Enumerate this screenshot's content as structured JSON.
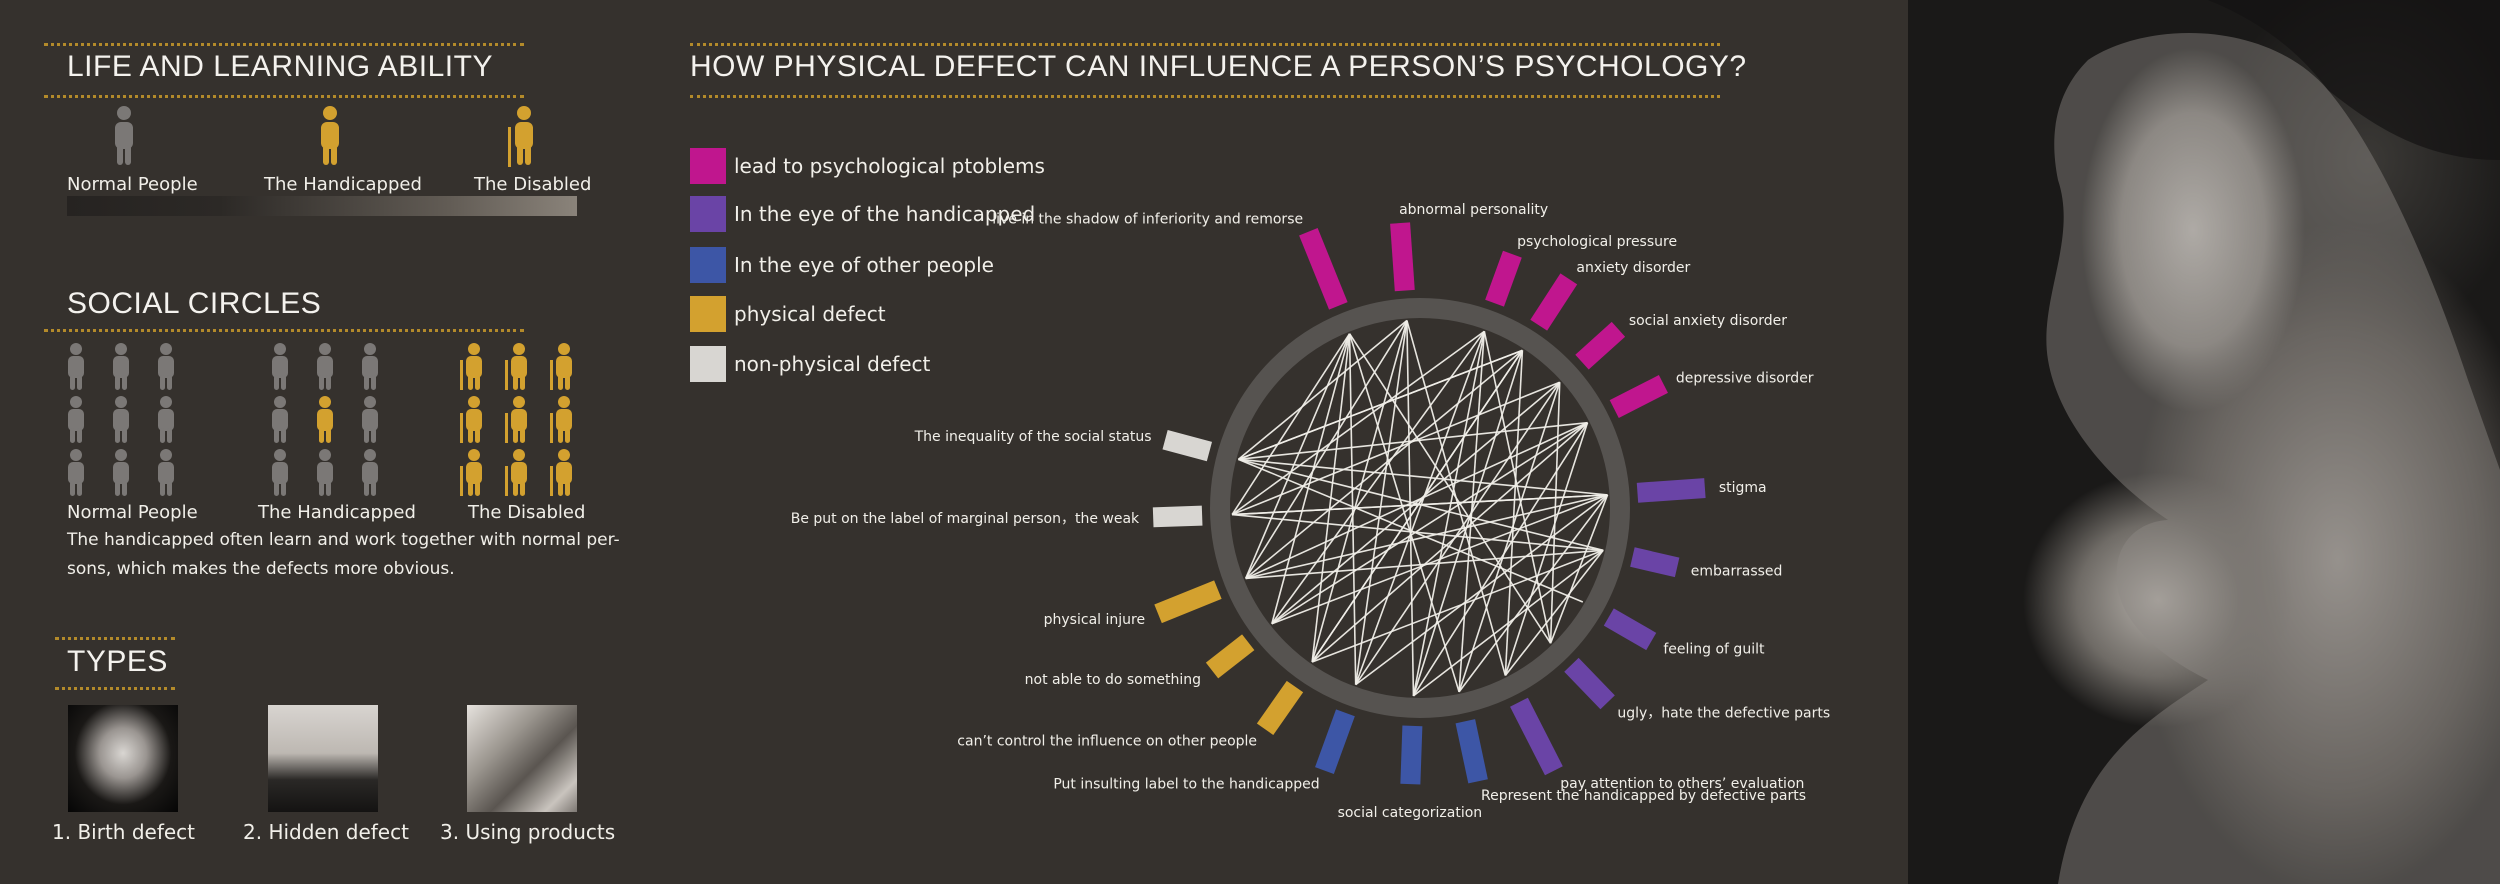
{
  "life": {
    "title": "LIFE AND LEARNING ABILITY",
    "labels": [
      "Normal People",
      "The Handicapped",
      "The Disabled"
    ]
  },
  "social": {
    "title": "SOCIAL CIRCLES",
    "labels": [
      "Normal People",
      "The Handicapped",
      "The Disabled"
    ],
    "caption_line1": "The handicapped often learn and work together with normal per-",
    "caption_line2": "sons, which makes the defects more obvious."
  },
  "types": {
    "title": "TYPES",
    "items": [
      "1. Birth defect",
      "2. Hidden defect",
      "3. Using products"
    ]
  },
  "main": {
    "title": "HOW PHYSICAL DEFECT CAN INFLUENCE A PERSON’S  PSYCHOLOGY?"
  },
  "colors": {
    "background": "#35312d",
    "psych": "#c0168e",
    "eye_handicapped": "#6a44a6",
    "eye_other": "#3d56a6",
    "physical": "#d3a12f",
    "non_physical": "#d8d6d2",
    "ring": "#565350",
    "gray_person": "#7b7876",
    "gold_person": "#d3a12f"
  },
  "legend": [
    {
      "label": "lead to psychological ptoblems",
      "color": "#c0168e"
    },
    {
      "label": "In the eye of the handicapped",
      "color": "#6a44a6"
    },
    {
      "label": "In the eye of other people",
      "color": "#3d56a6"
    },
    {
      "label": "physical defect",
      "color": "#d3a12f"
    },
    {
      "label": "non-physical defect",
      "color": "#d8d6d2"
    }
  ],
  "chart_data": {
    "type": "chord",
    "nodes": [
      {
        "label": "live in the shadow of inferiority and remorse",
        "group": "lead to psychological ptoblems",
        "value": 1.0
      },
      {
        "label": "abnormal personality",
        "group": "lead to psychological ptoblems",
        "value": 0.8
      },
      {
        "label": "psychological pressure",
        "group": "lead to psychological ptoblems",
        "value": 0.55
      },
      {
        "label": "anxiety disorder",
        "group": "lead to psychological ptoblems",
        "value": 0.6
      },
      {
        "label": "social anxiety disorder",
        "group": "lead to psychological ptoblems",
        "value": 0.5
      },
      {
        "label": "depressive disorder",
        "group": "lead to psychological ptoblems",
        "value": 0.6
      },
      {
        "label": "stigma",
        "group": "In the eye of the handicapped",
        "value": 0.8
      },
      {
        "label": "embarrassed",
        "group": "In the eye of the handicapped",
        "value": 0.45
      },
      {
        "label": "feeling of guilt",
        "group": "In the eye of the handicapped",
        "value": 0.5
      },
      {
        "label": "ugly，hate the defective parts",
        "group": "In the eye of the handicapped",
        "value": 0.55
      },
      {
        "label": "pay attention to others’ evaluation",
        "group": "In the eye of the handicapped",
        "value": 0.95
      },
      {
        "label": "Represent the handicapped by defective parts",
        "group": "In the eye of other people",
        "value": 0.7
      },
      {
        "label": "social categorization",
        "group": "In the eye of other people",
        "value": 0.65
      },
      {
        "label": "Put insulting label to the handicapped",
        "group": "In the eye of other people",
        "value": 0.7
      },
      {
        "label": "can’t control the influence on other people",
        "group": "physical defect",
        "value": 0.55
      },
      {
        "label": "not able to do something",
        "group": "physical defect",
        "value": 0.45
      },
      {
        "label": "physical injure",
        "group": "physical defect",
        "value": 0.75
      },
      {
        "label": "Be put on the label of marginal person，the weak",
        "group": "non-physical defect",
        "value": 0.5
      },
      {
        "label": "The inequality of the social status",
        "group": "non-physical defect",
        "value": 0.45
      }
    ]
  }
}
